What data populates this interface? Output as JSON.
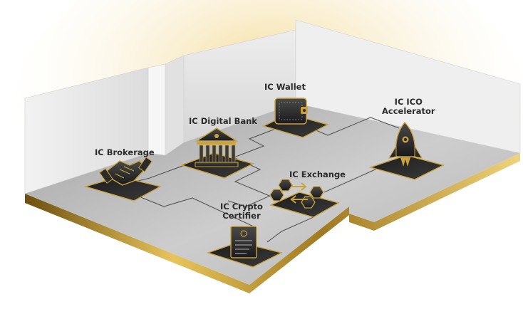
{
  "colors": {
    "gold": "#c9a23c",
    "gold_dark": "#7a5a12",
    "floor": "#bdbdbd",
    "wall": "#e6e6e6",
    "tile": "#2a2a2a",
    "label": "#2b2b2b"
  },
  "modules": [
    {
      "id": "wallet",
      "label": "IC Wallet",
      "icon": "wallet-icon"
    },
    {
      "id": "digital-bank",
      "label": "IC Digital Bank",
      "icon": "bank-icon"
    },
    {
      "id": "ico-accelerator",
      "label_lines": [
        "IC ICO",
        "Accelerator"
      ],
      "icon": "rocket-icon"
    },
    {
      "id": "brokerage",
      "label": "IC Brokerage",
      "icon": "handshake-icon"
    },
    {
      "id": "exchange",
      "label": "IC Exchange",
      "icon": "exchange-icon"
    },
    {
      "id": "crypto-certifier",
      "label_lines": [
        "IC Crypto",
        "Certifier"
      ],
      "icon": "certificate-icon"
    }
  ]
}
